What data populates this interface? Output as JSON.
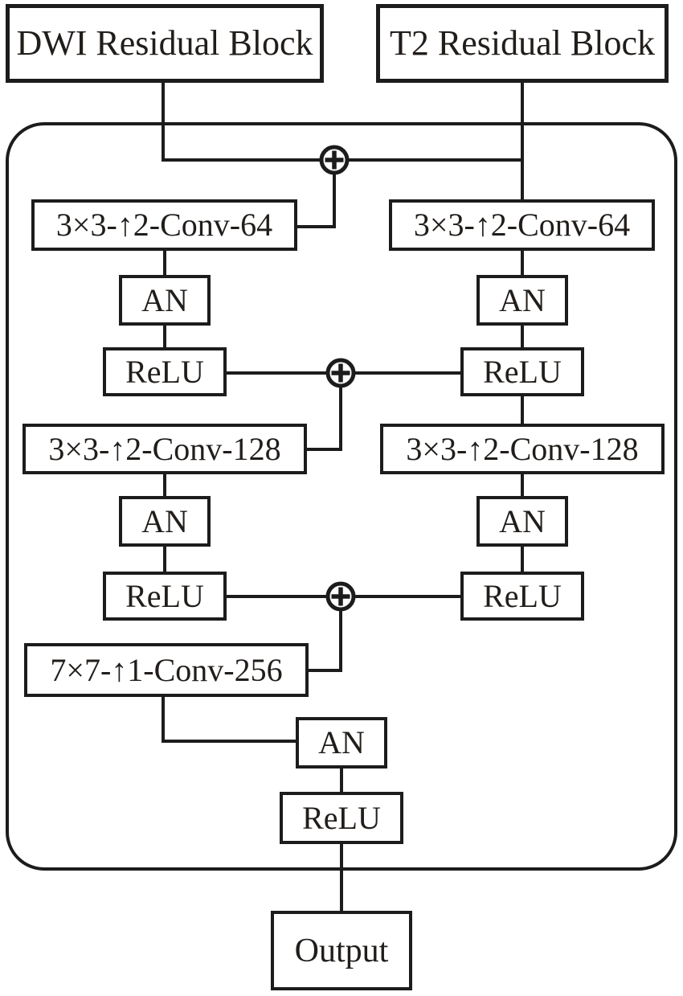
{
  "nodes": {
    "dwi_input": "DWI Residual Block",
    "t2_input": "T2 Residual Block",
    "conv64_left": "3×3-↑2-Conv-64",
    "conv64_right": "3×3-↑2-Conv-64",
    "an_left_1": "AN",
    "an_right_1": "AN",
    "relu_left_1": "ReLU",
    "relu_right_1": "ReLU",
    "conv128_left": "3×3-↑2-Conv-128",
    "conv128_right": "3×3-↑2-Conv-128",
    "an_left_2": "AN",
    "an_right_2": "AN",
    "relu_left_2": "ReLU",
    "relu_right_2": "ReLU",
    "conv256": "7×7-↑1-Conv-256",
    "an_final": "AN",
    "relu_final": "ReLU",
    "output": "Output"
  },
  "icons": {
    "sum_node": "circled-plus ⊕"
  },
  "colors": {
    "line": "#1c1c1c",
    "background": "#ffffff"
  }
}
